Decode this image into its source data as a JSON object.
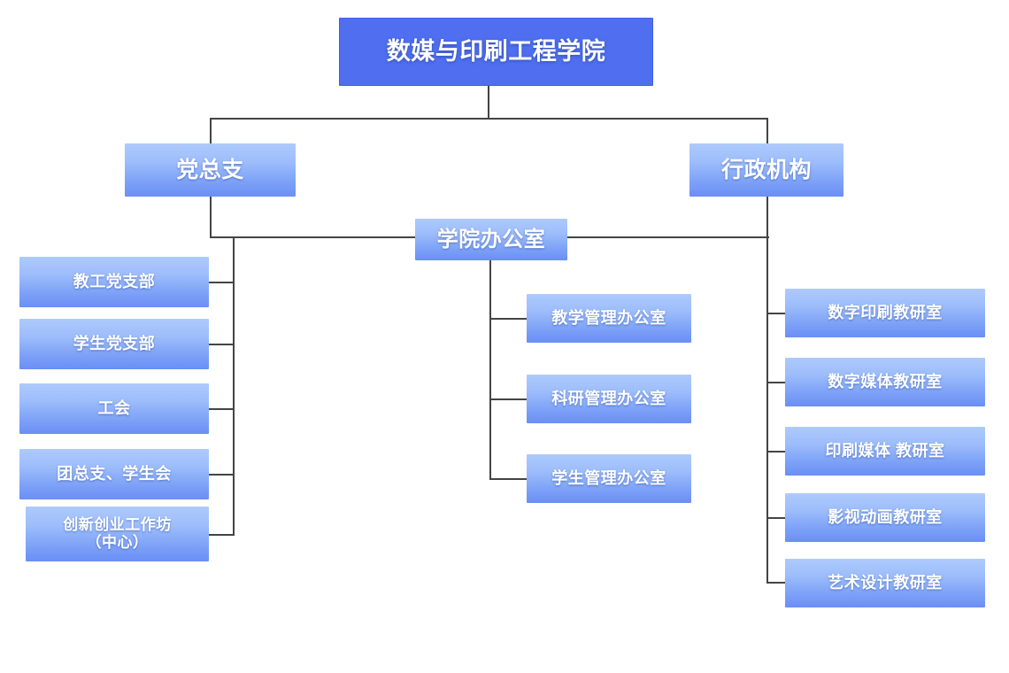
{
  "chart": {
    "title": "数媒与印刷工程学院",
    "type": "org-chart",
    "root": {
      "label": "数媒与印刷工程学院"
    },
    "level2": {
      "party": {
        "label": "党总支"
      },
      "admin": {
        "label": "行政机构"
      }
    },
    "hub": {
      "label": "学院办公室"
    },
    "party_branches": [
      {
        "label": "教工党支部"
      },
      {
        "label": "学生党支部"
      },
      {
        "label": "工会"
      },
      {
        "label": "团总支、学生会"
      },
      {
        "label_line1": "创新创业工作坊",
        "label_line2": "（中心）"
      }
    ],
    "office_branches": [
      {
        "label": "教学管理办公室"
      },
      {
        "label": "科研管理办公室"
      },
      {
        "label": "学生管理办公室"
      }
    ],
    "teaching_branches": [
      {
        "label": "数字印刷教研室"
      },
      {
        "label": "数字媒体教研室"
      },
      {
        "label": "印刷媒体 教研室"
      },
      {
        "label": "影视动画教研室"
      },
      {
        "label": "艺术设计教研室"
      }
    ],
    "colors": {
      "root_fill": "#4f6ff0",
      "node_gradient_top": "#aecafc",
      "node_gradient_bottom": "#6a8ef5",
      "connector": "#444444",
      "text": "#ffffff",
      "background": "#ffffff"
    }
  }
}
